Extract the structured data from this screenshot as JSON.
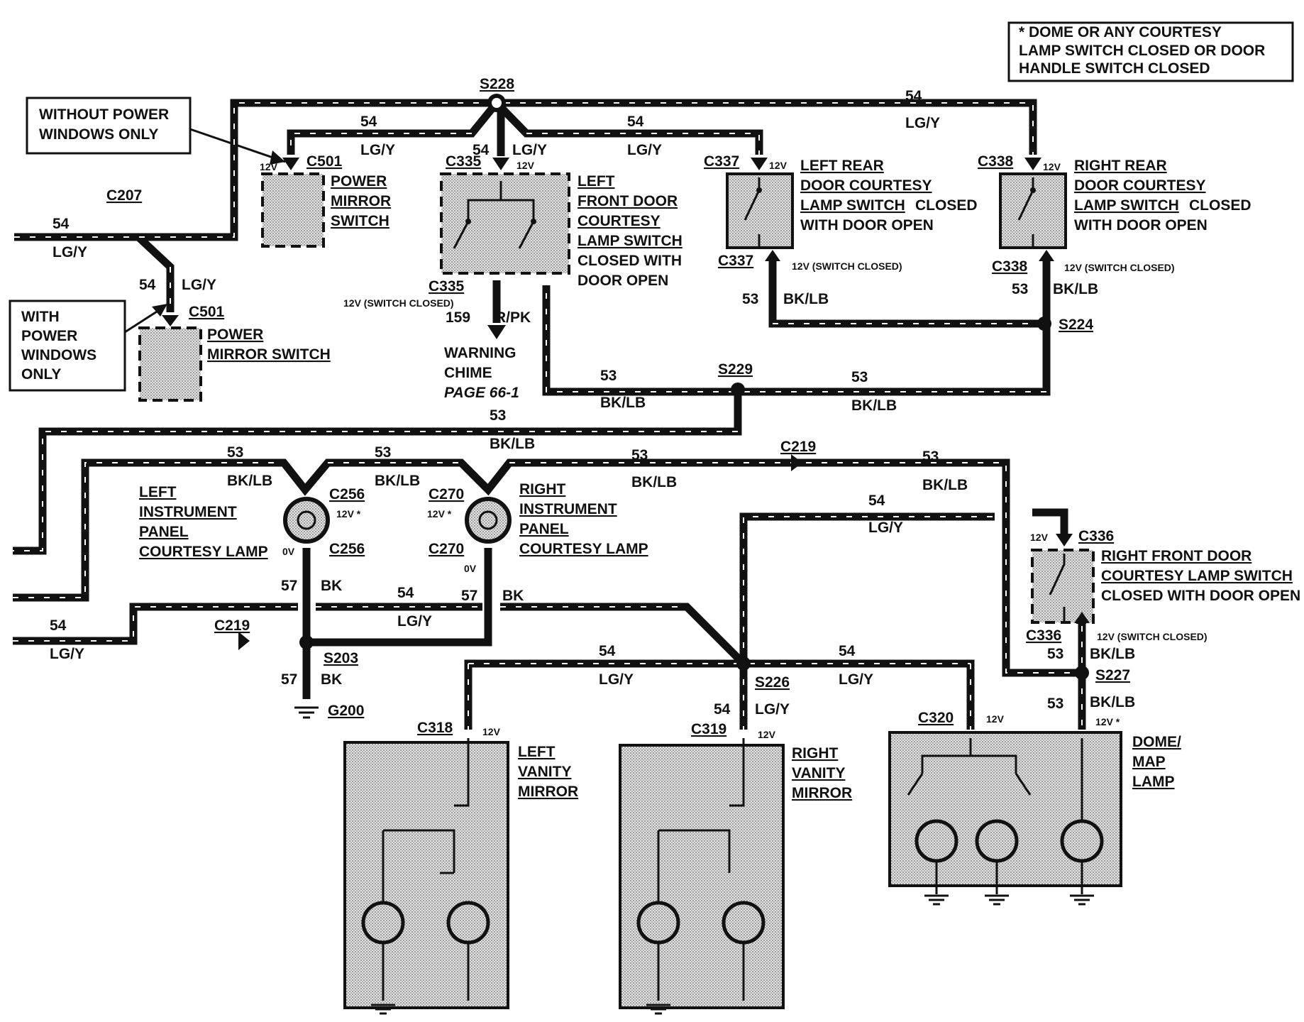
{
  "notes": {
    "top_right": [
      "* DOME OR ANY COURTESY",
      "LAMP SWITCH CLOSED OR DOOR",
      "HANDLE SWITCH CLOSED"
    ],
    "without_power_windows": [
      "WITHOUT POWER",
      "WINDOWS ONLY"
    ],
    "with_power_windows": [
      "WITH",
      "POWER",
      "WINDOWS",
      "ONLY"
    ]
  },
  "splices": {
    "s228": "S228",
    "s229": "S229",
    "s224": "S224",
    "s203": "S203",
    "s226": "S226",
    "s227": "S227"
  },
  "connectors": {
    "c207": "C207",
    "c501_top": "C501",
    "c501_bottom": "C501",
    "c335_top": "C335",
    "c335_bottom": "C335",
    "c337_top": "C337",
    "c337_bottom": "C337",
    "c338_top": "C338",
    "c338_bottom": "C338",
    "c256_top": "C256",
    "c256_bottom": "C256",
    "c270_top": "C270",
    "c270_bottom": "C270",
    "c219_mid": "C219",
    "c219_left": "C219",
    "c336_top": "C336",
    "c336_bottom": "C336",
    "c318": "C318",
    "c319": "C319",
    "c320": "C320",
    "g200": "G200"
  },
  "circuits": {
    "c54": "54",
    "c53": "53",
    "c57": "57",
    "c159": "159",
    "lgy": "LG/Y",
    "bklb": "BK/LB",
    "bk": "BK",
    "rpk": "R/PK"
  },
  "voltages": {
    "v12": "12V",
    "v12star": "12V *",
    "v0": "0V",
    "switch_closed": "12V (SWITCH CLOSED)"
  },
  "components": {
    "power_mirror_switch_top": [
      "POWER",
      "MIRROR",
      "SWITCH"
    ],
    "power_mirror_switch_bottom": [
      "POWER",
      "MIRROR SWITCH"
    ],
    "left_front_door": [
      "LEFT",
      "FRONT DOOR",
      "COURTESY",
      "LAMP SWITCH"
    ],
    "left_front_door_note": [
      "CLOSED WITH",
      "DOOR OPEN"
    ],
    "left_rear_door": [
      "LEFT REAR",
      "DOOR COURTESY",
      "LAMP SWITCH"
    ],
    "left_rear_note": [
      "CLOSED",
      "WITH DOOR OPEN"
    ],
    "right_rear_door": [
      "RIGHT REAR",
      "DOOR COURTESY",
      "LAMP SWITCH"
    ],
    "right_rear_note": [
      "CLOSED",
      "WITH DOOR OPEN"
    ],
    "warning_chime": [
      "WARNING",
      "CHIME"
    ],
    "warning_chime_page": "PAGE 66-1",
    "left_ip_lamp": [
      "LEFT",
      "INSTRUMENT",
      "PANEL",
      "COURTESY LAMP"
    ],
    "right_ip_lamp": [
      "RIGHT",
      "INSTRUMENT",
      "PANEL",
      "COURTESY LAMP"
    ],
    "right_front_door": [
      "RIGHT FRONT DOOR",
      "COURTESY LAMP SWITCH"
    ],
    "right_front_door_note": "CLOSED WITH DOOR OPEN",
    "left_vanity": [
      "LEFT",
      "VANITY",
      "MIRROR"
    ],
    "right_vanity": [
      "RIGHT",
      "VANITY",
      "MIRROR"
    ],
    "dome_map": [
      "DOME/",
      "MAP",
      "LAMP"
    ]
  }
}
